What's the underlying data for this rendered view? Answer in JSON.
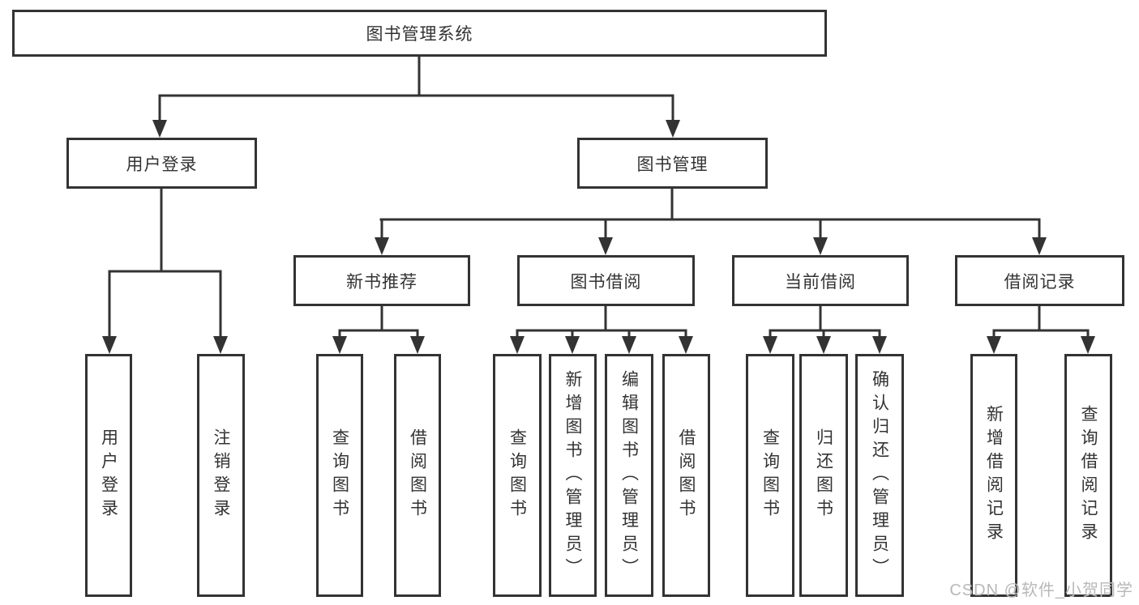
{
  "colors": {
    "page_bg": "#ffffff",
    "line": "#333333",
    "box_fill": "#ffffff",
    "text": "#333333",
    "watermark": "#b8b8b8"
  },
  "diagram": {
    "root": {
      "label": "图书管理系统"
    },
    "level2": [
      {
        "label": "用户登录"
      },
      {
        "label": "图书管理"
      }
    ],
    "level3": [
      {
        "label": "新书推荐"
      },
      {
        "label": "图书借阅"
      },
      {
        "label": "当前借阅"
      },
      {
        "label": "借阅记录"
      }
    ],
    "leaves": [
      {
        "label": "用户登录"
      },
      {
        "label": "注销登录"
      },
      {
        "label": "查询图书"
      },
      {
        "label": "借阅图书"
      },
      {
        "label": "查询图书"
      },
      {
        "label": "新增图书（管理员）"
      },
      {
        "label": "编辑图书（管理员）"
      },
      {
        "label": "借阅图书"
      },
      {
        "label": "查询图书"
      },
      {
        "label": "归还图书"
      },
      {
        "label": "确认归还（管理员）"
      },
      {
        "label": "新增借阅记录"
      },
      {
        "label": "查询借阅记录"
      }
    ],
    "watermark": "CSDN @软件_小贺同学"
  }
}
